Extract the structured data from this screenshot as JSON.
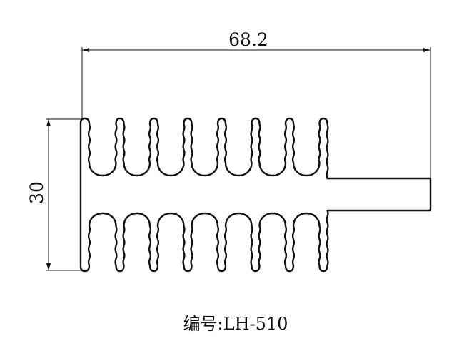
{
  "drawing": {
    "width_dimension": "68.2",
    "height_dimension": "30",
    "caption": "编号:LH-510",
    "top_fin_count": 7,
    "bottom_fin_count": 7
  }
}
